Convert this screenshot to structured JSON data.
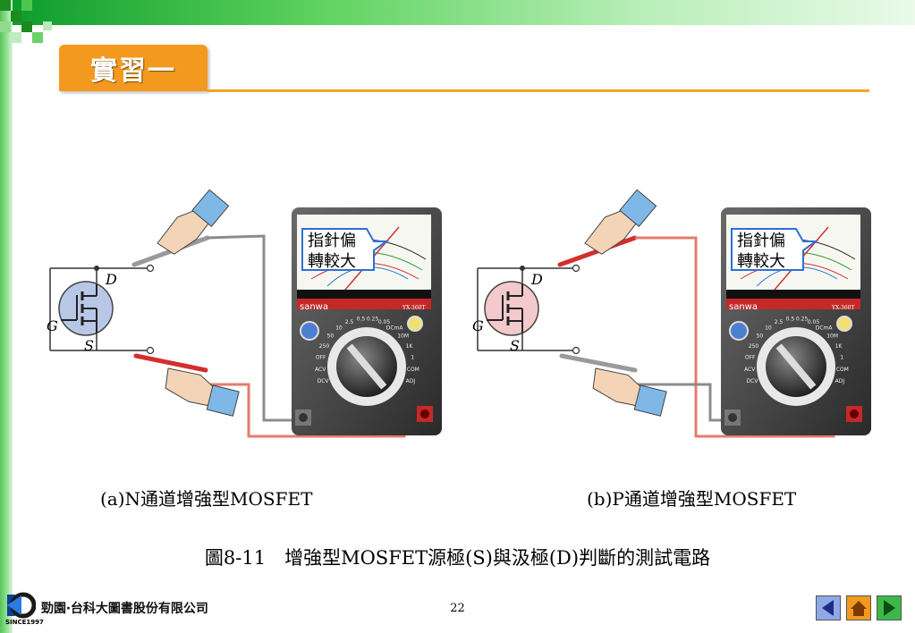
{
  "slide": {
    "title": "實習一",
    "page_number": "22"
  },
  "diagram": {
    "left_caption": "(a)N通道增強型MOSFET",
    "right_caption": "(b)P通道增強型MOSFET",
    "figure_caption": "圖8-11　增強型MOSFET源極(S)與汲極(D)判斷的測試電路",
    "callout_line1": "指針偏",
    "callout_line2": "轉較大",
    "pin_d": "D",
    "pin_g": "G",
    "pin_s": "S",
    "meter_brand": "sanwa",
    "meter_model": "YX-360T",
    "dial_labels": [
      "DCV",
      "ACV",
      "OFF",
      "250",
      "50",
      "10",
      "2.5",
      "0.5",
      "0.25",
      "0.05",
      "DCmA",
      "10M",
      "1K",
      "1",
      "COM",
      "ADJ"
    ],
    "colors": {
      "n_channel_fill": "#b9c7e6",
      "p_channel_fill": "#f3c9cc",
      "red_probe": "#d32f2f",
      "gray_probe": "#9a9a9a",
      "accent_orange": "#f39a1e",
      "callout_blue": "#2f6fd6"
    }
  },
  "footer": {
    "publisher": "勁園‧台科大圖書股份有限公司",
    "since": "SINCE1997",
    "nav": [
      {
        "name": "prev-icon",
        "label": "previous"
      },
      {
        "name": "home-icon",
        "label": "home"
      },
      {
        "name": "next-icon",
        "label": "next"
      }
    ]
  }
}
